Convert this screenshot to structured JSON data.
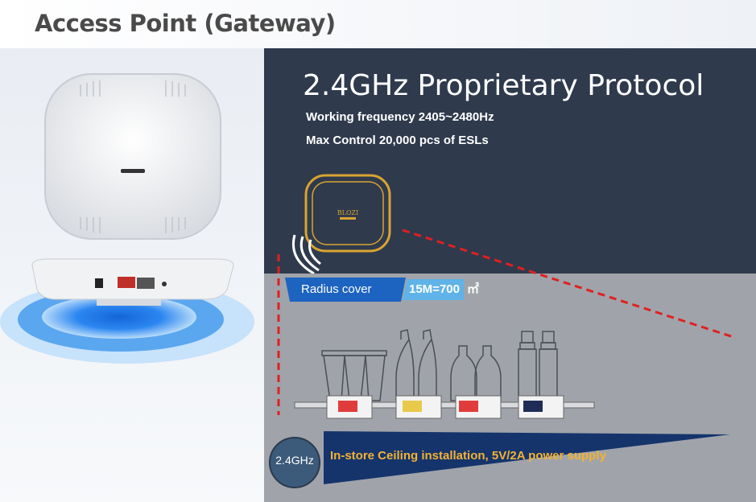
{
  "header": {
    "title": "Access Point (Gateway)"
  },
  "protocol": {
    "title": "2.4GHz Proprietary  Protocol",
    "specs": [
      "Working frequency 2405~2480Hz",
      "Max Control 20,000 pcs of ESLs"
    ]
  },
  "device_logo": "BLOZI",
  "coverage": {
    "label": "Radius cover",
    "value": "15M=700",
    "unit": "㎡"
  },
  "installation": {
    "band": "2.4GHz",
    "note": "In-store Ceiling installation, 5V/2A power supply"
  },
  "colors": {
    "top_panel": "#2f3a4d",
    "bottom_panel": "#a0a4aa",
    "accent_blue": "#1d63c0",
    "light_blue": "#5fb3e8",
    "gold": "#d9a430",
    "dashed_red": "#e02020",
    "tag_colors": [
      "#e03c3c",
      "#e8c94a",
      "#e03c3c",
      "#1f2d56"
    ]
  }
}
